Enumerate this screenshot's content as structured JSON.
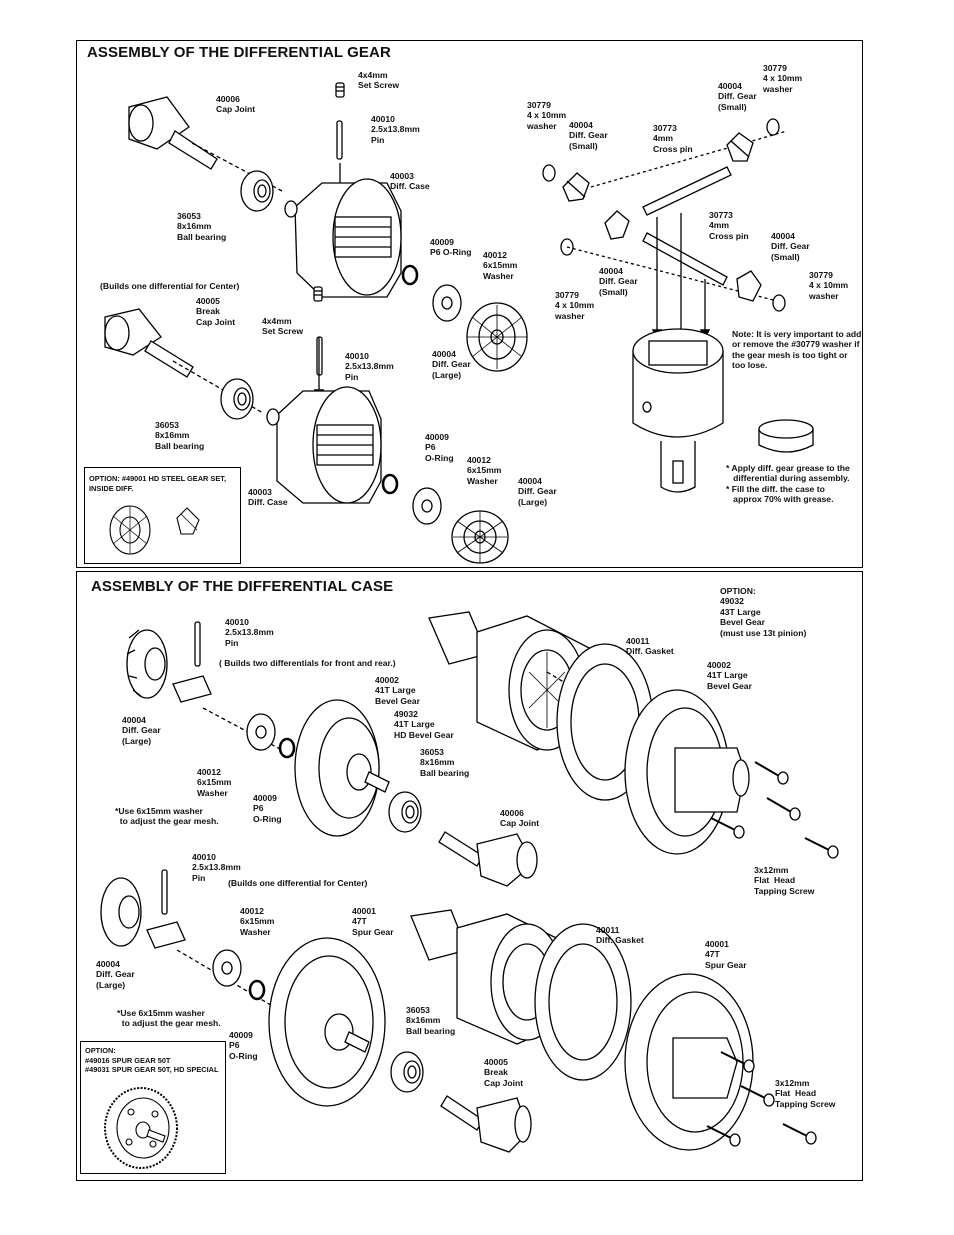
{
  "sections": {
    "gear_title": "ASSEMBLY OF THE DIFFERENTIAL GEAR",
    "case_title": "ASSEMBLY OF THE DIFFERENTIAL CASE"
  },
  "gear_labels": {
    "set_screw_1": "4x4mm\nSet Screw",
    "cap_joint": "40006\nCap Joint",
    "pin_1": "40010\n2.5x13.8mm\nPin",
    "diff_case_1": "40003\nDiff. Case",
    "bearing_1": "36053\n8x16mm\nBall bearing",
    "oring_1": "40009\nP6 O-Ring",
    "washer_1": "40012\n6x15mm\nWasher",
    "center_note": "(Builds one differential for Center)",
    "break_joint": "40005\nBreak\nCap Joint",
    "set_screw_2": "4x4mm\nSet Screw",
    "pin_2": "40010\n2.5x13.8mm\nPin",
    "diff_gear_large_1": "40004\nDiff. Gear\n(Large)",
    "bearing_2": "36053\n8x16mm\nBall bearing",
    "oring_2": "40009\nP6\nO-Ring",
    "washer_2": "40012\n6x15mm\nWasher",
    "diff_case_2": "40003\nDiff. Case",
    "diff_gear_large_2": "40004\nDiff. Gear\n(Large)",
    "washer_30779_a": "30779\n4 x 10mm\nwasher",
    "small_gear_a": "40004\nDiff. Gear\n(Small)",
    "cross_pin_a": "30773\n4mm\nCross pin",
    "small_gear_b": "40004\nDiff. Gear\n(Small)",
    "washer_30779_b": "30779\n4 x 10mm\nwasher",
    "cross_pin_b": "30773\n4mm\nCross pin",
    "small_gear_c": "40004\nDiff. Gear\n(Small)",
    "small_gear_d": "40004\nDiff. Gear\n(Small)",
    "washer_30779_c": "30779\n4 x 10mm\nwasher",
    "washer_30779_d": "30779\n4 x 10mm\nwasher",
    "mesh_note": "Note: It is very important to add\nor remove the #30779 washer if\nthe gear mesh is too tight or\ntoo lose.",
    "grease_note": "* Apply diff. gear grease to the\n   differential during assembly.\n* Fill the diff. the case to\n   approx 70% with grease.",
    "option_steel": "OPTION: #49001 HD STEEL GEAR SET,\nINSIDE DIFF."
  },
  "case_labels": {
    "pin_3": "40010\n2.5x13.8mm\nPin",
    "front_rear_note": "( Builds two differentials for front and rear.)",
    "diff_gear_large_3": "40004\nDiff. Gear\n(Large)",
    "bevel_41t": "40002\n41T Large\nBevel Gear",
    "bevel_41t_hd": "49032\n41T Large\nHD Bevel Gear",
    "bearing_3": "36053\n8x16mm\nBall bearing",
    "washer_3": "40012\n6x15mm\nWasher",
    "oring_3": "40009\nP6\nO-Ring",
    "washer_use_1": "*Use 6x15mm washer\n  to adjust the gear mesh.",
    "cap_joint_2": "40006\nCap Joint",
    "option_43t": "OPTION:\n49032\n43T Large\nBevel Gear\n(must use 13t pinion)",
    "gasket_1": "40011\nDiff. Gasket",
    "bevel_41t_right": "40002\n41T Large\nBevel Gear",
    "screw_1": "3x12mm\nFlat  Head\nTapping Screw",
    "pin_4": "40010\n2.5x13.8mm\nPin",
    "center_note_2": "(Builds one differential for Center)",
    "washer_4": "40012\n6x15mm\nWasher",
    "spur_47t": "40001\n47T\nSpur Gear",
    "diff_gear_large_4": "40004\nDiff. Gear\n(Large)",
    "washer_use_2": "*Use 6x15mm washer\n  to adjust the gear mesh.",
    "oring_4": "40009\nP6\nO-Ring",
    "bearing_4": "36053\n8x16mm\nBall bearing",
    "break_joint_2": "40005\nBreak\nCap Joint",
    "gasket_2": "40011\nDiff. Gasket",
    "spur_47t_right": "40001\n47T\nSpur Gear",
    "screw_2": "3x12mm\nFlat  Head\nTapping Screw",
    "option_spur": "OPTION:\n#49016 SPUR GEAR 50T\n#49031 SPUR GEAR 50T, HD SPECIAL"
  }
}
